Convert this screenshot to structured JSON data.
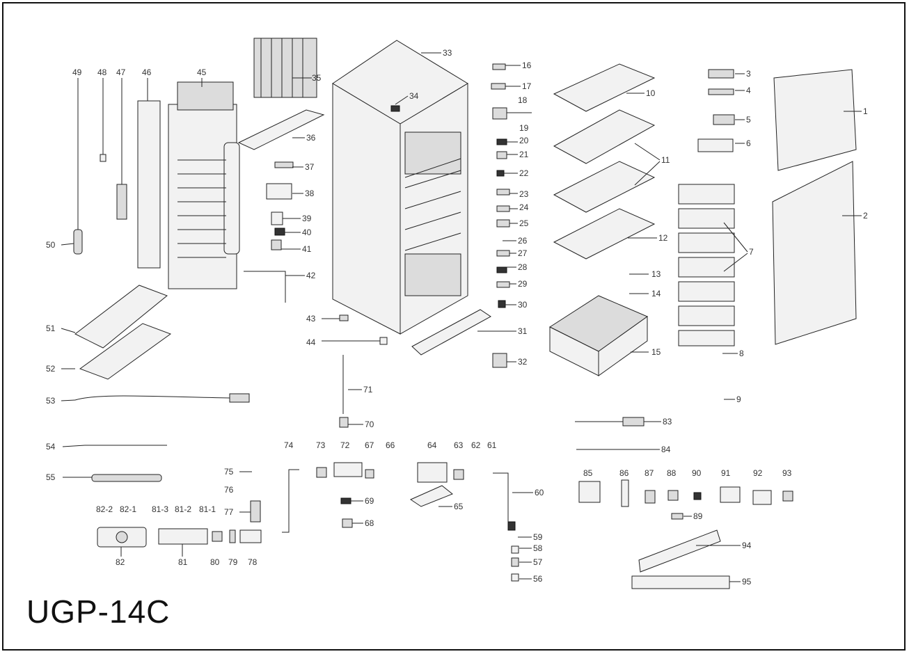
{
  "model": "UGP-14C",
  "callouts": [
    "1",
    "2",
    "3",
    "4",
    "5",
    "6",
    "7",
    "8",
    "9",
    "10",
    "11",
    "12",
    "13",
    "14",
    "15",
    "16",
    "17",
    "18",
    "19",
    "20",
    "21",
    "22",
    "23",
    "24",
    "25",
    "26",
    "27",
    "28",
    "29",
    "30",
    "31",
    "32",
    "33",
    "34",
    "35",
    "36",
    "37",
    "38",
    "39",
    "40",
    "41",
    "42",
    "43",
    "44",
    "45",
    "46",
    "47",
    "48",
    "49",
    "50",
    "51",
    "52",
    "53",
    "54",
    "55",
    "56",
    "57",
    "58",
    "59",
    "60",
    "61",
    "62",
    "63",
    "64",
    "65",
    "66",
    "67",
    "68",
    "69",
    "70",
    "71",
    "72",
    "73",
    "74",
    "75",
    "76",
    "77",
    "78",
    "79",
    "80",
    "81",
    "81-1",
    "81-2",
    "81-3",
    "82",
    "82-1",
    "82-2",
    "83",
    "84",
    "85",
    "86",
    "87",
    "88",
    "89",
    "90",
    "91",
    "92",
    "93",
    "94",
    "95"
  ]
}
